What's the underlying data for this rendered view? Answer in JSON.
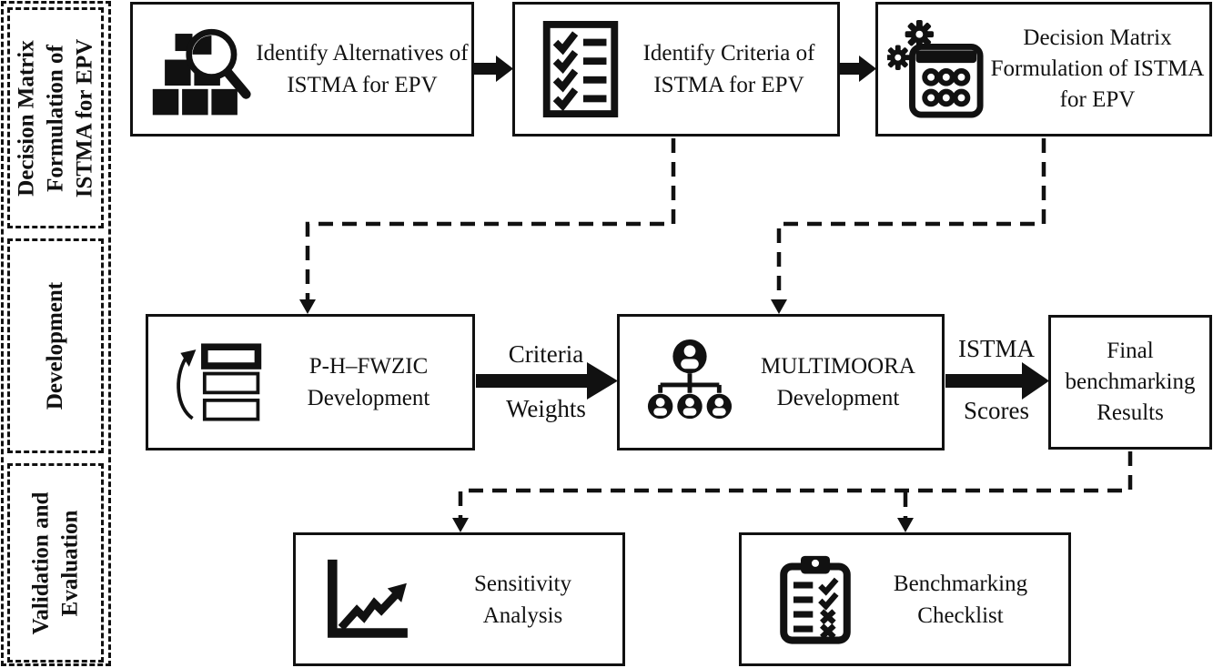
{
  "title": "ISTMA for EPV methodology flow diagram",
  "colors": {
    "ink": "#111111",
    "background": "#ffffff"
  },
  "sidebar": {
    "phases": [
      {
        "name": "decision-matrix-formulation",
        "lines": [
          "Decision Matrix",
          "Formulation of",
          "ISTMA for EPV"
        ]
      },
      {
        "name": "development",
        "lines": [
          "Development"
        ]
      },
      {
        "name": "validation-evaluation",
        "lines": [
          "Validation and",
          "Evaluation"
        ]
      }
    ]
  },
  "flow": {
    "top_row": [
      {
        "icon": "boxes-magnifier-icon",
        "lines": [
          "Identify Alternatives of",
          "ISTMA for EPV"
        ]
      },
      {
        "icon": "checklist-icon",
        "lines": [
          "Identify Criteria of",
          "ISTMA for EPV"
        ]
      },
      {
        "icon": "gears-calculator-icon",
        "lines": [
          "Decision Matrix",
          "Formulation of ISTMA",
          "for EPV"
        ]
      }
    ],
    "middle_row": [
      {
        "icon": "ranking-cycle-icon",
        "lines": [
          "P-H–FWZIC",
          "Development"
        ]
      },
      {
        "icon": "team-hierarchy-icon",
        "lines": [
          "MULTIMOORA",
          "Development"
        ]
      },
      {
        "icon": "",
        "lines": [
          "Final",
          "benchmarking",
          "Results"
        ]
      }
    ],
    "bottom_row": [
      {
        "icon": "trend-chart-icon",
        "lines": [
          "Sensitivity",
          "Analysis"
        ]
      },
      {
        "icon": "clipboard-checklist-icon",
        "lines": [
          "Benchmarking",
          "Checklist"
        ]
      }
    ],
    "arrow_labels": [
      {
        "top": "Criteria",
        "bottom": "Weights"
      },
      {
        "top": "ISTMA",
        "bottom": "Scores"
      }
    ]
  }
}
